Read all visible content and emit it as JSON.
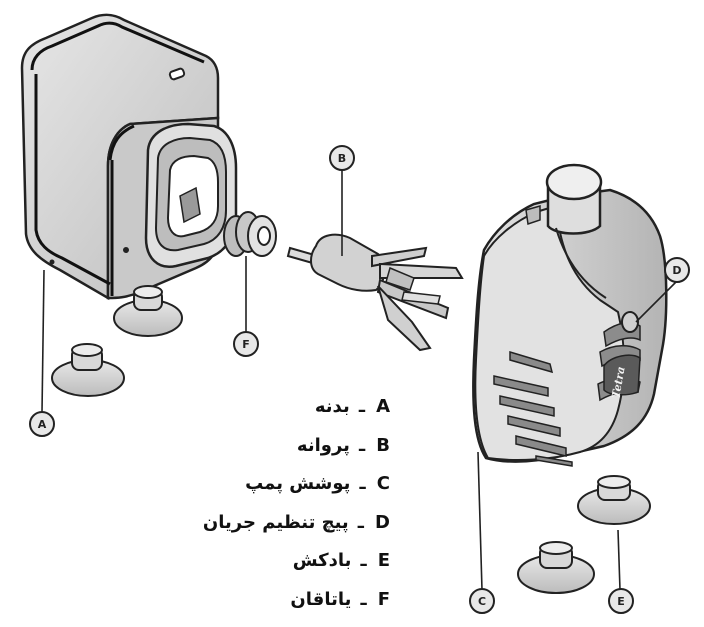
{
  "callouts": {
    "A": "A",
    "B": "B",
    "C": "C",
    "D": "D",
    "E": "E",
    "F": "F"
  },
  "legend": [
    {
      "letter": "A",
      "dash": "ـ",
      "name": "بدنه"
    },
    {
      "letter": "B",
      "dash": "ـ",
      "name": "پروانه"
    },
    {
      "letter": "C",
      "dash": "ـ",
      "name": "پوشش پمپ"
    },
    {
      "letter": "D",
      "dash": "ـ",
      "name": "پیچ تنظیم جریان"
    },
    {
      "letter": "E",
      "dash": "ـ",
      "name": "بادکش"
    },
    {
      "letter": "F",
      "dash": "ـ",
      "name": "یاتاقان"
    }
  ],
  "brand_mark": "Tetra",
  "colors": {
    "body_fill": "#dadada",
    "shadow_fill": "#b8b8b8",
    "outline": "#222222"
  }
}
